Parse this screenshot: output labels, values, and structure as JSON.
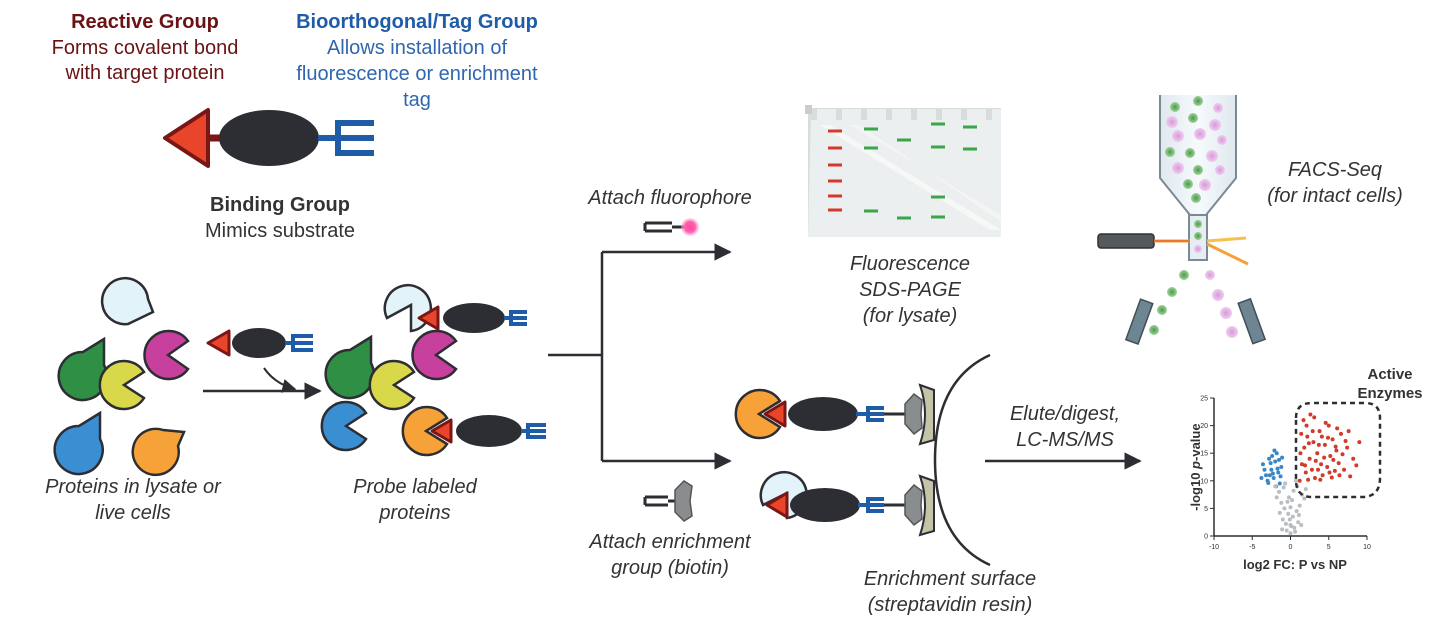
{
  "probe": {
    "reactive_title": "Reactive Group",
    "reactive_desc_1": "Forms covalent bond",
    "reactive_desc_2": "with target protein",
    "tag_title": "Bioorthogonal/Tag Group",
    "tag_desc_1": "Allows installation of",
    "tag_desc_2": "fluorescence or enrichment",
    "tag_desc_3": "tag",
    "binding_title": "Binding Group",
    "binding_desc": "Mimics substrate"
  },
  "workflow": {
    "lysate_label_1": "Proteins in lysate or",
    "lysate_label_2": "live cells",
    "labeled_label_1": "Probe labeled",
    "labeled_label_2": "proteins",
    "attach_fluor": "Attach fluorophore",
    "attach_enrich_1": "Attach enrichment",
    "attach_enrich_2": "group (biotin)",
    "sds_1": "Fluorescence",
    "sds_2": "SDS-PAGE",
    "sds_3": "(for lysate)",
    "facs_1": "FACS-Seq",
    "facs_2": "(for intact cells)",
    "surface_1": "Enrichment surface",
    "surface_2": "(streptavidin resin)",
    "elute_1": "Elute/digest,",
    "elute_2": "LC-MS/MS"
  },
  "volcano": {
    "annotation_1": "Active",
    "annotation_2": "Enzymes",
    "xlabel": "log2 FC: P vs NP",
    "ylabel_pre": "-log10 ",
    "ylabel_p": "p",
    "ylabel_post": "-value",
    "x_ticks": [
      "-10",
      "-5",
      "0",
      "5",
      "10"
    ],
    "y_ticks": [
      "0",
      "5",
      "10",
      "15",
      "20",
      "25"
    ]
  },
  "colors": {
    "reactive": "#e8452a",
    "binding": "#2d2e33",
    "tag": "#1f5ca8",
    "up": "#d13b2a",
    "down": "#3b86c6",
    "ns": "#b9bec2"
  },
  "chart_data": {
    "type": "scatter",
    "xlabel": "log2 FC: P vs NP",
    "ylabel": "-log10 p-value",
    "xlim": [
      -10,
      10
    ],
    "ylim": [
      0,
      25
    ],
    "annotations": [
      "Active Enzymes"
    ],
    "series": [
      {
        "points": [
          [
            -3.6,
            13
          ],
          [
            -3.2,
            11
          ],
          [
            -2.8,
            14
          ],
          [
            -2.5,
            12
          ],
          [
            -2.2,
            10.5
          ],
          [
            -2,
            13.5
          ],
          [
            -1.8,
            15
          ],
          [
            -1.6,
            11.5
          ],
          [
            -1.4,
            9.5
          ],
          [
            -1.2,
            12.5
          ],
          [
            -3,
            10
          ],
          [
            -2.4,
            14.5
          ],
          [
            -1.9,
            9
          ],
          [
            -2.7,
            11
          ],
          [
            -1.5,
            13.8
          ],
          [
            -3.4,
            12
          ],
          [
            -2.1,
            15.5
          ],
          [
            -1.3,
            10.8
          ],
          [
            -2.9,
            9.6
          ],
          [
            -1.7,
            12.2
          ],
          [
            -2.3,
            11.3
          ],
          [
            -3.8,
            10.5
          ],
          [
            -1.1,
            14.2
          ],
          [
            -2.6,
            13.2
          ]
        ]
      },
      {
        "points": [
          [
            1.2,
            10
          ],
          [
            1.5,
            13
          ],
          [
            1.8,
            16
          ],
          [
            2,
            11.5
          ],
          [
            2.2,
            18
          ],
          [
            2.5,
            14
          ],
          [
            2.8,
            12
          ],
          [
            3,
            17
          ],
          [
            3.2,
            10.5
          ],
          [
            3.5,
            15
          ],
          [
            3.8,
            19
          ],
          [
            4,
            13
          ],
          [
            4.2,
            11
          ],
          [
            4.5,
            16.5
          ],
          [
            4.8,
            12.5
          ],
          [
            5,
            20
          ],
          [
            5.2,
            14.5
          ],
          [
            5.5,
            17.5
          ],
          [
            5.8,
            11.8
          ],
          [
            6,
            15.5
          ],
          [
            6.3,
            13.2
          ],
          [
            6.6,
            18.5
          ],
          [
            7,
            12
          ],
          [
            7.4,
            16
          ],
          [
            7.8,
            10.8
          ],
          [
            8.2,
            14
          ],
          [
            1.4,
            18.5
          ],
          [
            1.7,
            21
          ],
          [
            2.1,
            20
          ],
          [
            2.6,
            22
          ],
          [
            3.1,
            21.5
          ],
          [
            3.6,
            12
          ],
          [
            4.1,
            18
          ],
          [
            4.6,
            20.5
          ],
          [
            5.1,
            11.5
          ],
          [
            5.6,
            13.8
          ],
          [
            6.1,
            19.5
          ],
          [
            6.8,
            14.8
          ],
          [
            7.2,
            17.2
          ],
          [
            8.6,
            12.8
          ],
          [
            1.3,
            15
          ],
          [
            1.9,
            12.8
          ],
          [
            2.4,
            16.8
          ],
          [
            2.9,
            19
          ],
          [
            3.3,
            13.6
          ],
          [
            3.9,
            10.2
          ],
          [
            4.4,
            14.2
          ],
          [
            4.9,
            17.8
          ],
          [
            5.4,
            10.6
          ],
          [
            5.9,
            16.2
          ],
          [
            6.4,
            11
          ],
          [
            7.6,
            19
          ],
          [
            9,
            17
          ],
          [
            2.3,
            10.2
          ],
          [
            3.7,
            16.5
          ]
        ]
      },
      {
        "points": [
          [
            -0.5,
            1
          ],
          [
            0,
            2
          ],
          [
            0.5,
            1.5
          ],
          [
            -1,
            3
          ],
          [
            1,
            2.5
          ],
          [
            -0.3,
            4
          ],
          [
            0.3,
            3.5
          ],
          [
            -0.8,
            5
          ],
          [
            0.8,
            4.5
          ],
          [
            -1.2,
            6
          ],
          [
            1.2,
            5.5
          ],
          [
            -0.2,
            7
          ],
          [
            0.2,
            6.5
          ],
          [
            -1.5,
            8
          ],
          [
            1.5,
            7.5
          ],
          [
            -0.6,
            2.2
          ],
          [
            0.6,
            0.8
          ],
          [
            -1.1,
            1.2
          ],
          [
            1.1,
            3.8
          ],
          [
            0,
            5.2
          ],
          [
            -0.4,
            6.2
          ],
          [
            0.4,
            8.2
          ],
          [
            -1.8,
            7
          ],
          [
            1.8,
            6.8
          ],
          [
            -0.9,
            8.8
          ],
          [
            0.9,
            9
          ],
          [
            0,
            0.5
          ],
          [
            -1.4,
            4.2
          ],
          [
            1.4,
            2
          ],
          [
            -0.1,
            3
          ],
          [
            0.1,
            1.8
          ],
          [
            -0.7,
            9.5
          ],
          [
            0.7,
            10
          ],
          [
            -2,
            9
          ],
          [
            2,
            8.5
          ]
        ]
      }
    ]
  }
}
